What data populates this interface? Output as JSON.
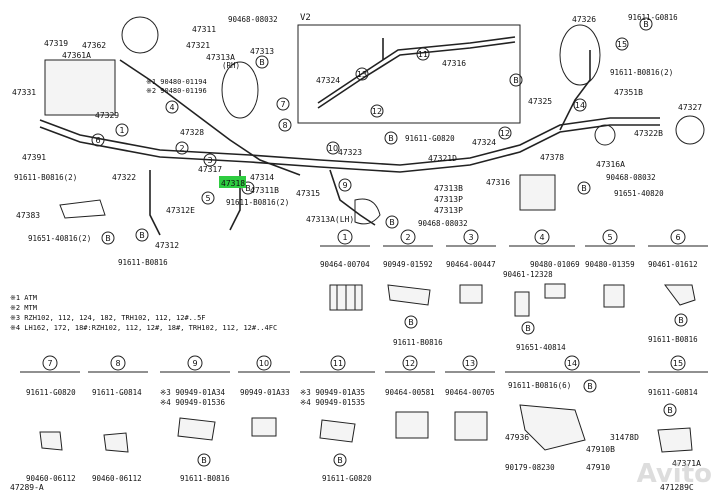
{
  "diagram_id_left": "47289-A",
  "diagram_id_right": "471289C",
  "v2_label": "V2",
  "highlight_part": "47318",
  "watermark": "Avito",
  "notes": [
    "※1 ATM",
    "※2 MTM",
    "※3 RZH102, 112, 124, 182, TRH102, 112, 12#..5F",
    "※4 LH162, 172, 18#:RZH102, 112, 12#, 18#, TRH102, 112, 12#..4FC"
  ],
  "main_labels": {
    "p47319": "47319",
    "p47362": "47362",
    "p47361A": "47361A",
    "p47331": "47331",
    "p47329": "47329",
    "p47391": "47391",
    "p91611B0816_2": "91611-B0816(2)",
    "p47322": "47322",
    "p47383": "47383",
    "p91651_40816_2": "91651-40816(2)",
    "p91611B0816": "91611-B0816",
    "p47312": "47312",
    "p47312E": "47312E",
    "p47311": "47311",
    "p47321": "47321",
    "p90468_08032": "90468-08032",
    "p47313": "47313",
    "p47313A_RH": "47313A",
    "rh": "(RH)",
    "p90480_01194": "※1 90480-01194",
    "p90480_01196": "※2 90480-01196",
    "p47328": "47328",
    "p47317": "47317",
    "p47314": "47314",
    "p47311B": "47311B",
    "p91611B0816_2b": "91611-B0816(2)",
    "p47315": "47315",
    "p47323": "47323",
    "p47313A_LH": "47313A(LH)",
    "p91611G0820": "91611-G0820",
    "p47321D": "47321D",
    "p47324b": "47324",
    "p47313B": "47313B",
    "p47313P_1": "47313P",
    "p47313P_2": "47313P",
    "p90468_08032b": "90468-08032",
    "p47316b": "47316",
    "p47324": "47324",
    "p47316": "47316",
    "p47326": "47326",
    "p91611G0816": "91611-G0816",
    "p91611B0816_2c": "91611-B0816(2)",
    "p47325": "47325",
    "p47351B": "47351B",
    "p47327": "47327",
    "p47322B": "47322B",
    "p47316A": "47316A",
    "p47378": "47378",
    "p90468_08032c": "90468-08032",
    "p91651_40820": "91651-40820"
  },
  "groups_row1": [
    {
      "ref": "1",
      "parts": [
        "90464-00704"
      ]
    },
    {
      "ref": "2",
      "parts": [
        "90949-01592",
        "91611-B0816"
      ]
    },
    {
      "ref": "3",
      "parts": [
        "90464-00447"
      ]
    },
    {
      "ref": "4",
      "parts": [
        "90480-01069",
        "90461-12328",
        "91651-40814"
      ]
    },
    {
      "ref": "5",
      "parts": [
        "90480-01359"
      ]
    },
    {
      "ref": "6",
      "parts": [
        "90461-01612",
        "91611-B0816"
      ]
    }
  ],
  "groups_row2": [
    {
      "ref": "7",
      "parts": [
        "91611-G0820",
        "90460-06112"
      ]
    },
    {
      "ref": "8",
      "parts": [
        "91611-G0814",
        "90460-06112"
      ]
    },
    {
      "ref": "9",
      "parts": [
        "※3 90949-01A34",
        "※4 90949-01536",
        "91611-B0816"
      ]
    },
    {
      "ref": "10",
      "parts": [
        "90949-01A33"
      ]
    },
    {
      "ref": "11",
      "parts": [
        "※3 90949-01A35",
        "※4 90949-01535",
        "91611-G0820"
      ]
    },
    {
      "ref": "12",
      "parts": [
        "90464-00581"
      ]
    },
    {
      "ref": "13",
      "parts": [
        "90464-00705"
      ]
    },
    {
      "ref": "14",
      "parts": [
        "91611-B0816(6)",
        "47936",
        "47910B",
        "47910",
        "31478D",
        "90179-08230"
      ]
    },
    {
      "ref": "15",
      "parts": [
        "91611-G0814",
        "47371A"
      ]
    }
  ]
}
